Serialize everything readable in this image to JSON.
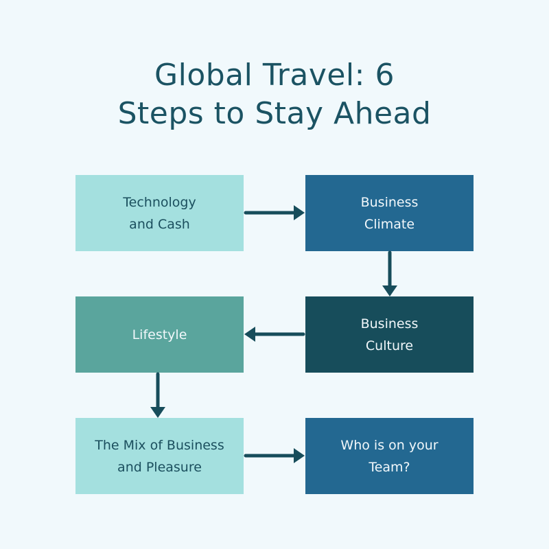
{
  "title": "Global Travel: 6\nSteps to Stay Ahead",
  "steps": [
    {
      "label": "Technology\nand Cash",
      "color": "#a4e0df"
    },
    {
      "label": "Business\nClimate",
      "color": "#236891"
    },
    {
      "label": "Business\nCulture",
      "color": "#174d5b"
    },
    {
      "label": "Lifestyle",
      "color": "#5aa59d"
    },
    {
      "label": "The Mix of Business\nand Pleasure",
      "color": "#a4e0df"
    },
    {
      "label": "Who is on your\nTeam?",
      "color": "#236891"
    }
  ],
  "arrow_color": "#174d5b"
}
